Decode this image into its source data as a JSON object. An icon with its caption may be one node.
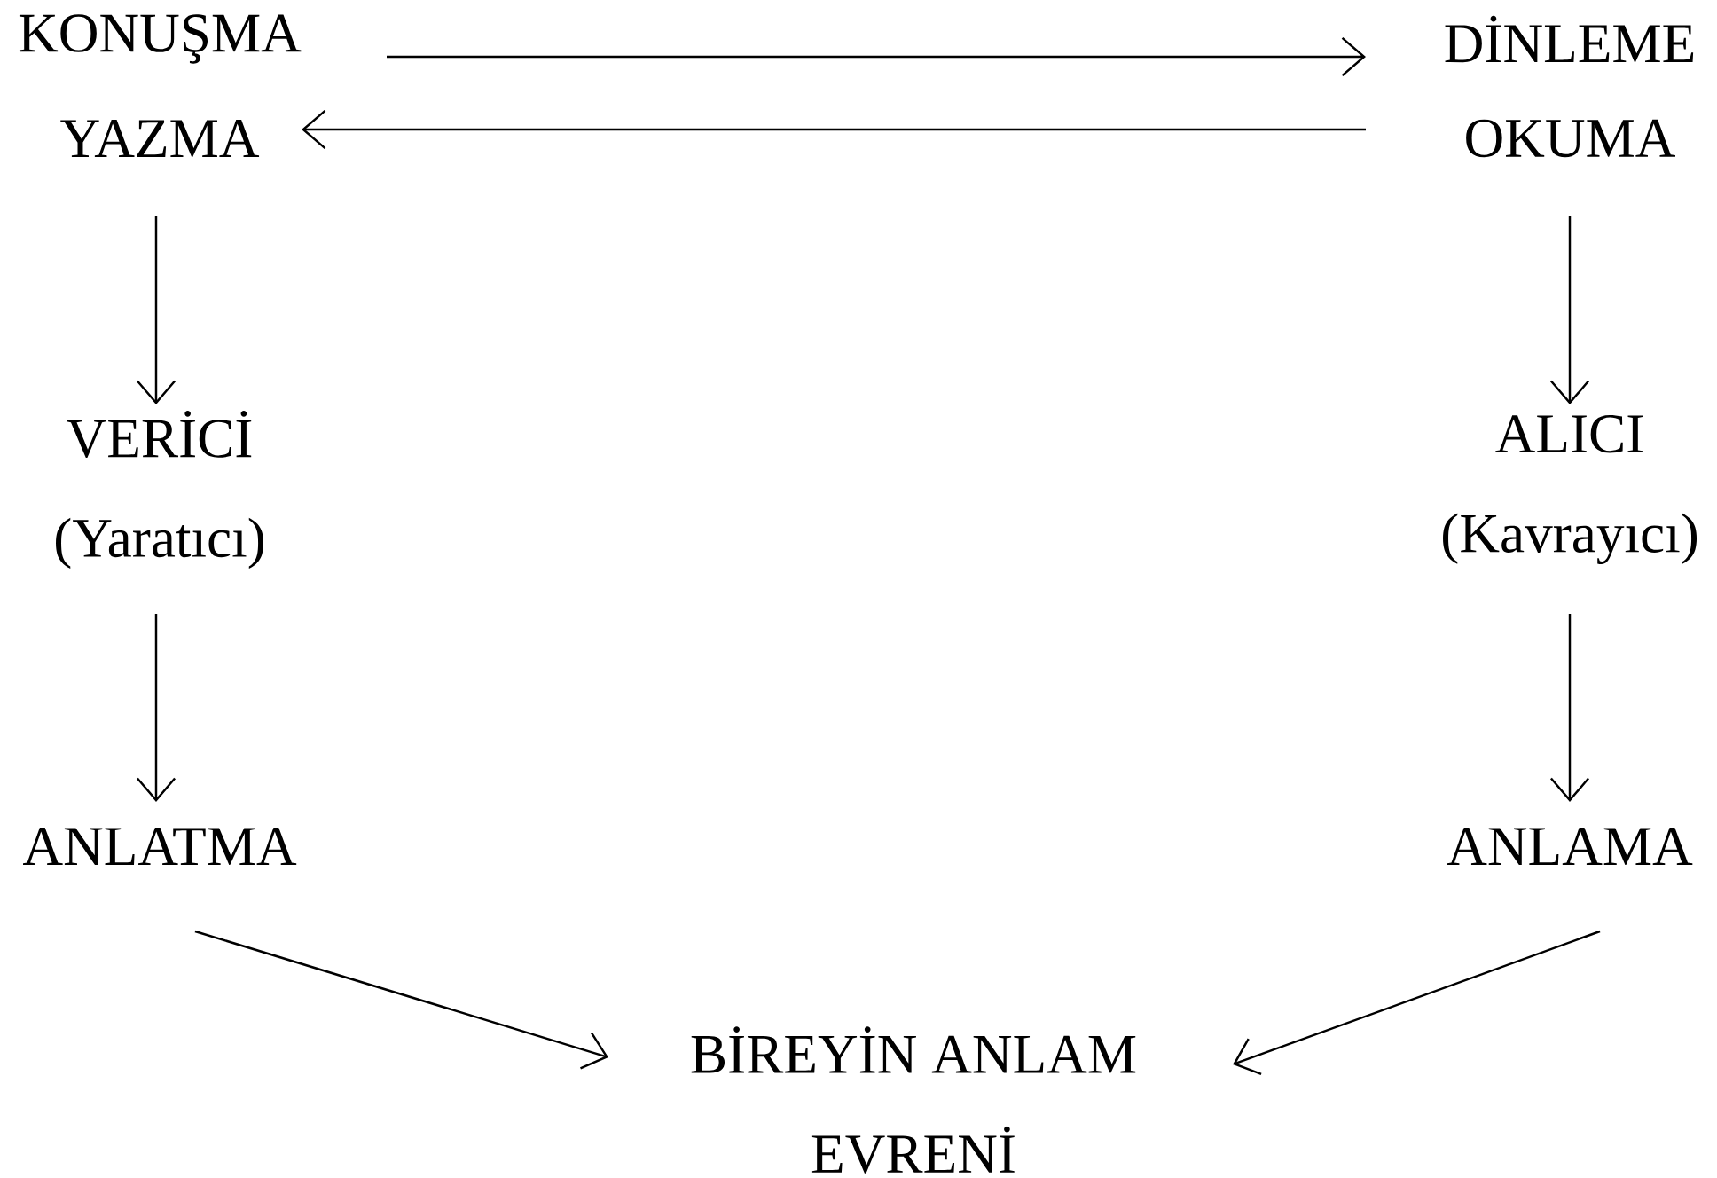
{
  "diagram": {
    "nodes": [
      {
        "text": [
          "KONUŞMA"
        ]
      },
      {
        "text": [
          "DİNLEME"
        ]
      },
      {
        "text": [
          "YAZMA"
        ]
      },
      {
        "text": [
          "OKUMA"
        ]
      },
      {
        "text": [
          "VERİCİ",
          "(Yaratıcı)"
        ]
      },
      {
        "text": [
          "ALICI",
          "(Kavrayıcı)"
        ]
      },
      {
        "text": [
          "ANLATMA"
        ]
      },
      {
        "text": [
          "ANLAMA"
        ]
      },
      {
        "text": [
          "BİREYİN ANLAM EVRENİ"
        ]
      }
    ],
    "edges": [
      {
        "from": 0,
        "to": 1,
        "arrow": "to"
      },
      {
        "from": 3,
        "to": 2,
        "arrow": "to"
      },
      {
        "from": 2,
        "to": 4,
        "arrow": "to"
      },
      {
        "from": 3,
        "to": 5,
        "arrow": "to"
      },
      {
        "from": 4,
        "to": 6,
        "arrow": "to"
      },
      {
        "from": 5,
        "to": 7,
        "arrow": "to"
      },
      {
        "from": 6,
        "to": 8,
        "arrow": "to"
      },
      {
        "from": 7,
        "to": 8,
        "arrow": "to"
      }
    ]
  }
}
